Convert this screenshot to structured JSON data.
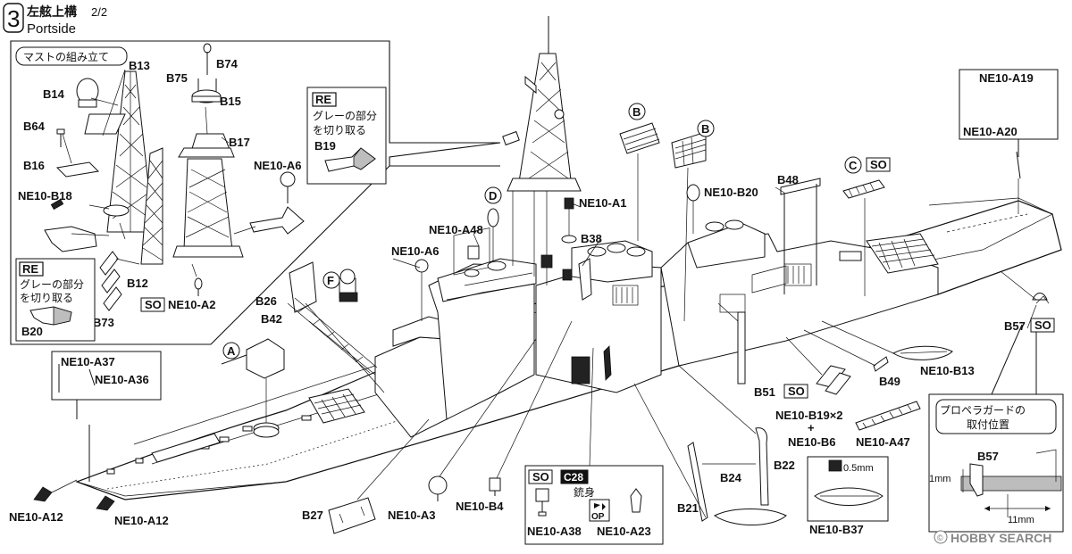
{
  "header": {
    "step_number": "3",
    "title_jp": "左舷上構",
    "page_fraction": "2/2",
    "title_en": "Portside"
  },
  "mast_box": {
    "title": "マストの組み立て"
  },
  "re_note_1": {
    "badge": "RE",
    "line1": "グレーの部分",
    "line2": "を切り取る",
    "part": "B19"
  },
  "re_note_2": {
    "badge": "RE",
    "line1": "グレーの部分",
    "line2": "を切り取る",
    "part": "B20"
  },
  "option_box": {
    "so_badge": "SO",
    "c28_badge": "C28",
    "barrel_label": "銃身",
    "op_badge": "OP",
    "part_a": "NE10-A38",
    "part_b": "NE10-A23"
  },
  "propeller_box": {
    "title_line1": "プロペラガードの",
    "title_line2": "取付位置",
    "part": "B57",
    "dim_vertical": "1mm",
    "dim_horizontal": "11mm"
  },
  "boat_detail": {
    "dim": "0.5mm",
    "part": "NE10-B37"
  },
  "labels": {
    "B13": "B13",
    "B14": "B14",
    "B64": "B64",
    "B16": "B16",
    "NE10_B18": "NE10-B18",
    "B12": "B12",
    "B73": "B73",
    "NE10_A2": "NE10-A2",
    "B74": "B74",
    "B75": "B75",
    "B15": "B15",
    "B17": "B17",
    "NE10_A6_top": "NE10-A6",
    "NE10_A37": "NE10-A37",
    "NE10_A36": "NE10-A36",
    "A": "A",
    "B26": "B26",
    "B42": "B42",
    "F": "F",
    "NE10_A6": "NE10-A6",
    "NE10_A48": "NE10-A48",
    "D": "D",
    "NE10_A1": "NE10-A1",
    "B38": "B38",
    "B_1": "B",
    "B_2": "B",
    "NE10_B20": "NE10-B20",
    "B48": "B48",
    "C": "C",
    "NE10_A19": "NE10-A19",
    "NE10_A20": "NE10-A20",
    "B57": "B57",
    "NE10_B13": "NE10-B13",
    "B49": "B49",
    "B51": "B51",
    "NE10_B19x2": "NE10-B19×2",
    "plus": "+",
    "NE10_B6": "NE10-B6",
    "NE10_A47": "NE10-A47",
    "B22": "B22",
    "B24": "B24",
    "B21": "B21",
    "B27": "B27",
    "NE10_A3": "NE10-A3",
    "NE10_B4": "NE10-B4",
    "NE10_A12_a": "NE10-A12",
    "NE10_A12_b": "NE10-A12",
    "SO": "SO"
  },
  "watermark": {
    "text": "HOBBY SEARCH"
  }
}
